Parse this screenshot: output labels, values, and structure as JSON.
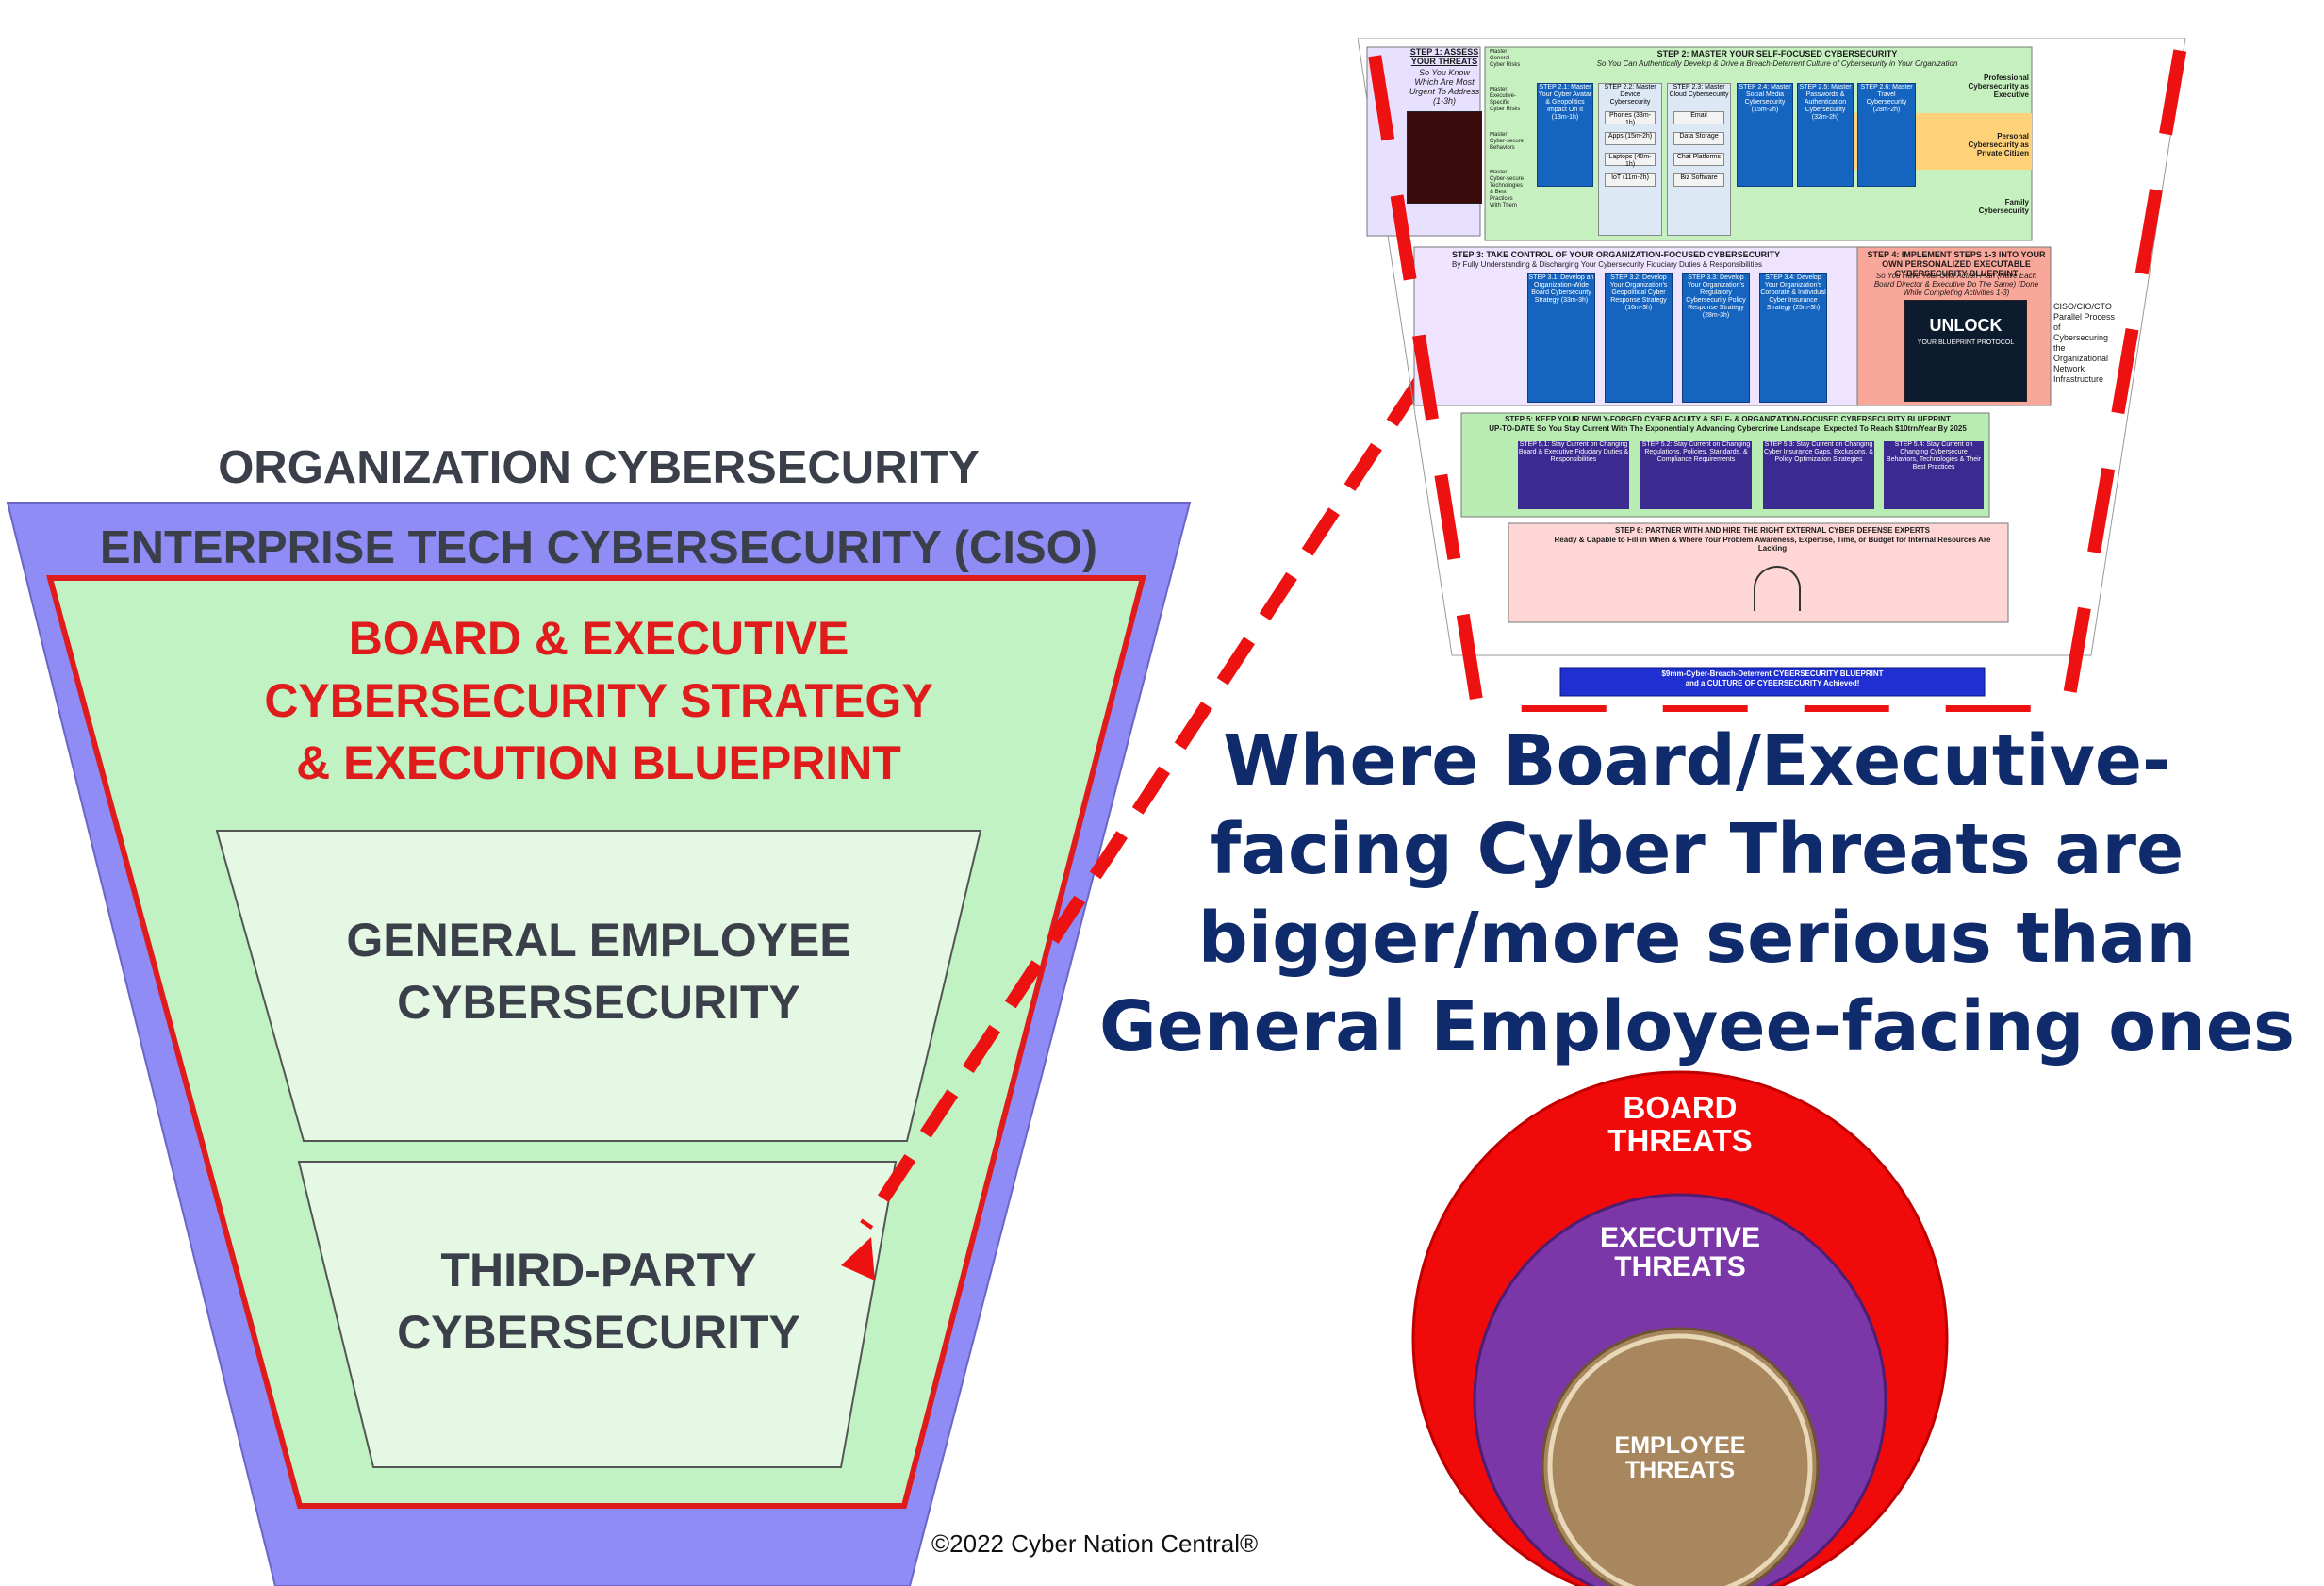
{
  "funnel": {
    "top_label": "ORGANIZATION CYBERSECURITY",
    "outer_label": "ENTERPRISE TECH CYBERSECURITY (CISO)",
    "board_label": [
      "BOARD & EXECUTIVE",
      "CYBERSECURITY STRATEGY",
      "& EXECUTION BLUEPRINT"
    ],
    "general_label": [
      "GENERAL EMPLOYEE",
      "CYBERSECURITY"
    ],
    "third_label": [
      "THIRD-PARTY",
      "CYBERSECURITY"
    ],
    "copyright": "©2022 Cyber Nation Central®"
  },
  "headline": [
    "Where Board/Executive-",
    "facing Cyber Threats are",
    "bigger/more serious than",
    "General Employee-facing ones"
  ],
  "circles": {
    "board": [
      "BOARD",
      "THREATS"
    ],
    "executive": [
      "EXECUTIVE",
      "THREATS"
    ],
    "employee": [
      "EMPLOYEE",
      "THREATS"
    ]
  },
  "colors": {
    "outer_funnel": "#8f8cf5",
    "board_funnel": "#c0f2c4",
    "inner_funnel": "#e4f8e4",
    "red": "#e01b1b",
    "navy": "#0f2b6b",
    "circle_board": "#f00a0a",
    "circle_exec": "#7b36a8",
    "circle_emp": "#a8875f"
  },
  "blueprint": {
    "step1_title": "STEP 1: ASSESS YOUR THREATS",
    "step1_sub": "So You Know Which Are Most Urgent To Address (1-3h)",
    "step2_title": "STEP 2: MASTER YOUR SELF-FOCUSED CYBERSECURITY",
    "step2_sub": "So You Can Authentically Develop & Drive a Breach-Deterrent Culture of Cybersecurity in Your Organization",
    "step2_items": [
      "STEP 2.1: Master Your Cyber Avatar & Geopolitics Impact On It (13m-1h)",
      "STEP 2.2: Master Device Cybersecurity",
      "STEP 2.3: Master Cloud Cybersecurity",
      "STEP 2.4: Master Social Media Cybersecurity (15m-2h)",
      "STEP 2.5: Master Passwords & Authentication Cybersecurity (32m-2h)",
      "STEP 2.6: Master Travel Cybersecurity (28m-2h)"
    ],
    "step2_devices": [
      "Phones (33m-1h)",
      "Apps (15m-2h)",
      "Laptops (40m-1h)",
      "IoT (11m-2h)"
    ],
    "step2_cloud": [
      "Email",
      "Data Storage",
      "Chat Platforms",
      "Biz Software"
    ],
    "side_labels": [
      "Professional Cybersecurity as Executive",
      "Personal Cybersecurity as Private Citizen",
      "Family Cybersecurity"
    ],
    "master_labels": [
      "Master General Cyber Risks",
      "Master Executive-Specific Cyber Risks",
      "Master Cyber-secure Behaviors",
      "Master Cyber-secure Technologies & Best Practices With Them"
    ],
    "step3_title": "STEP 3: TAKE CONTROL OF YOUR ORGANIZATION-FOCUSED CYBERSECURITY",
    "step3_sub": "By Fully Understanding & Discharging Your Cybersecurity Fiduciary Duties & Responsibilities",
    "step3_items": [
      "STEP 3.1: Develop an Organization-Wide Board Cybersecurity Strategy (33m-3h)",
      "STEP 3.2: Develop Your Organization's Geopolitical Cyber Response Strategy (16m-3h)",
      "STEP 3.3: Develop Your Organization's Regulatory Cybersecurity Policy Response Strategy (28m-3h)",
      "STEP 3.4: Develop Your Organization's Corporate & Individual Cyber Insurance Strategy (25m-3h)"
    ],
    "step4_title": "STEP 4: IMPLEMENT STEPS 1-3 INTO YOUR OWN PERSONALIZED EXECUTABLE CYBERSECURITY BLUEPRINT",
    "step4_sub": "So You Have Your Own Action Plan (Have Each Board Director & Executive Do The Same) (Done While Completing Activities 1-3)",
    "unlock_title": "UNLOCK",
    "unlock_sub": "YOUR BLUEPRINT PROTOCOL",
    "ciso_note": "CISO/CIO/CTO Parallel Process of Cybersecuring the Organizational Network Infrastructure",
    "step5_title": "STEP 5: KEEP YOUR NEWLY-FORGED CYBER ACUITY & SELF- & ORGANIZATION-FOCUSED CYBERSECURITY BLUEPRINT",
    "step5_sub": "UP-TO-DATE So You Stay Current With The Exponentially Advancing Cybercrime Landscape, Expected To Reach $10trn/Year By 2025",
    "step5_items": [
      "STEP 5.1: Stay Current on Changing Board & Executive Fiduciary Duties & Responsibilities",
      "STEP 5.2: Stay Current on Changing Regulations, Policies, Standards, & Compliance Requirements",
      "STEP 5.3: Stay Current on Changing Cyber Insurance Gaps, Exclusions, & Policy Optimization Strategies",
      "STEP 5.4: Stay Current on Changing Cybersecure Behaviors, Technologies & Their Best Practices"
    ],
    "step6_title": "STEP 6: PARTNER WITH AND HIRE THE RIGHT EXTERNAL CYBER DEFENSE EXPERTS",
    "step6_sub": "Ready & Capable to Fill in When & Where Your Problem Awareness, Expertise, Time, or Budget for Internal Resources Are Lacking",
    "result": [
      "$9mm-Cyber-Breach-Deterrent CYBERSECURITY BLUEPRINT",
      "and a CULTURE OF CYBERSECURITY Achieved!"
    ]
  }
}
